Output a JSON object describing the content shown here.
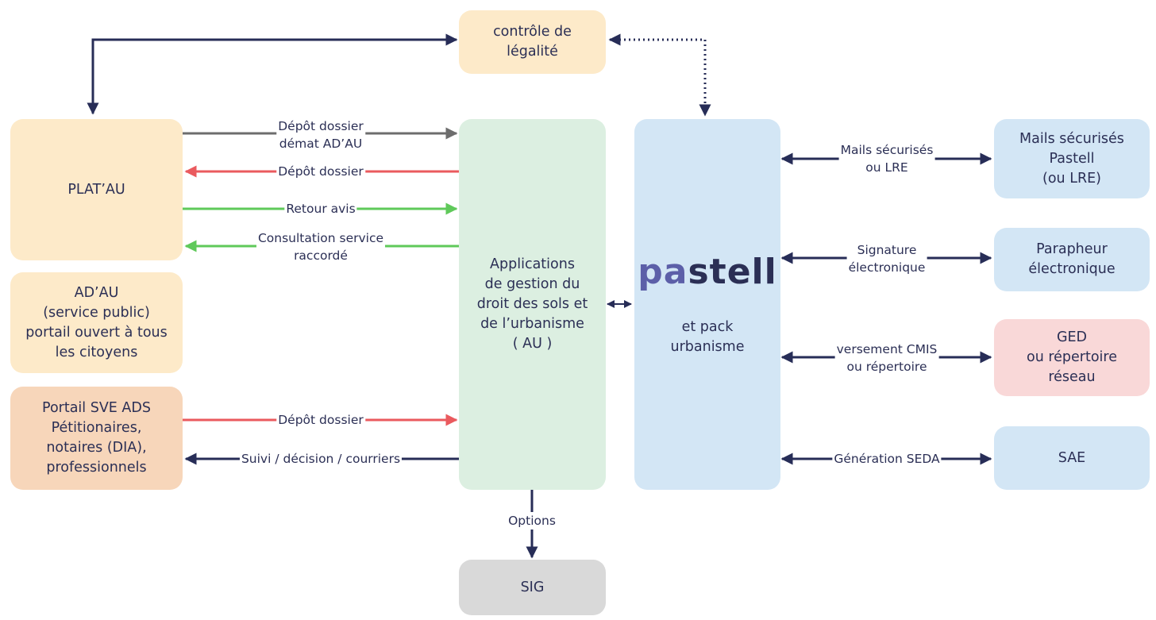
{
  "colors": {
    "navy": "#272d57",
    "grey": "#6d6d6d",
    "red": "#ea5a5e",
    "green": "#5fc95a",
    "beige": "#fdeac9",
    "orange": "#f7d6ba",
    "light_green": "#dcefe1",
    "light_blue": "#d3e6f5",
    "pink": "#f9d8d8",
    "light_grey": "#d9d9d9"
  },
  "boxes": {
    "legalite": "contrôle de\nlégalité",
    "platau": "PLAT’AU",
    "adau": "AD’AU\n(service public)\nportail ouvert à tous\nles citoyens",
    "sve": "Portail SVE ADS\nPétitionaires,\nnotaires (DIA),\nprofessionnels",
    "au": "Applications\nde gestion du\ndroit des sols et\nde l’urbanisme\n( AU )",
    "pastell_brand_a": "pa",
    "pastell_brand_b": "stell",
    "pastell_sub": "et pack\nurbanisme",
    "mails": "Mails sécurisés\nPastell\n(ou LRE)",
    "parapheur": "Parapheur\nélectronique",
    "ged": "GED\nou répertoire\nréseau",
    "sae": "SAE",
    "sig": "SIG"
  },
  "labels": {
    "depot_demat": "Dépôt dossier\ndémat AD’AU",
    "depot1": "Dépôt dossier",
    "retour": "Retour avis",
    "consult": "Consultation service\nraccordé",
    "depot2": "Dépôt dossier",
    "suivi": "Suivi / décision / courriers",
    "options": "Options",
    "mails_lbl": "Mails sécurisés\nou LRE",
    "signature_lbl": "Signature\nélectronique",
    "cmis_lbl": "versement CMIS\nou répertoire",
    "seda_lbl": "Génération SEDA"
  }
}
